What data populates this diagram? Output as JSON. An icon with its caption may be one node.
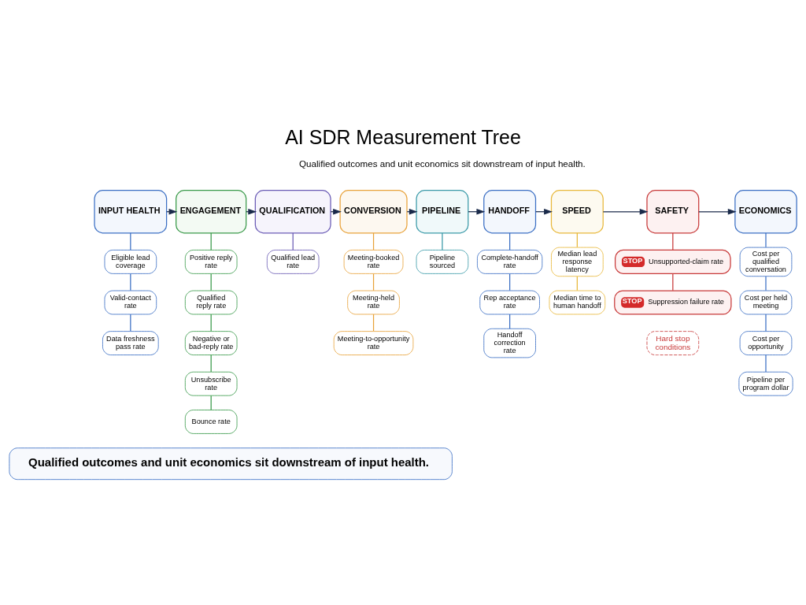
{
  "diagram": {
    "title": "AI SDR Measurement Tree",
    "nodes": [
      {
        "text": [
          "INPUT HEALTH"
        ]
      },
      {
        "text": [
          "ENGAGEMENT"
        ]
      },
      {
        "text": [
          "QUALIFICATION"
        ]
      },
      {
        "text": [
          "CONVERSION"
        ]
      },
      {
        "text": [
          "PIPELINE"
        ]
      },
      {
        "text": [
          "HANDOFF"
        ]
      },
      {
        "text": [
          "SPEED"
        ]
      },
      {
        "text": [
          "SAFETY"
        ]
      },
      {
        "text": [
          "ECONOMICS"
        ]
      },
      {
        "text": [
          "Eligible lead coverage"
        ]
      },
      {
        "text": [
          "Valid-contact rate"
        ]
      },
      {
        "text": [
          "Data freshness pass rate"
        ]
      },
      {
        "text": [
          "Positive reply rate"
        ]
      },
      {
        "text": [
          "Qualified reply rate"
        ]
      },
      {
        "text": [
          "Negative or bad-reply rate"
        ]
      },
      {
        "text": [
          "Unsubscribe rate"
        ]
      },
      {
        "text": [
          "Bounce rate"
        ]
      },
      {
        "text": [
          "Qualified lead rate"
        ]
      },
      {
        "text": [
          "Meeting-booked rate"
        ]
      },
      {
        "text": [
          "Meeting-held rate"
        ]
      },
      {
        "text": [
          "Meeting-to-opportunity rate"
        ]
      },
      {
        "text": [
          "Pipeline sourced"
        ]
      },
      {
        "text": [
          "Complete-handoff rate"
        ]
      },
      {
        "text": [
          "Rep acceptance rate"
        ]
      },
      {
        "text": [
          "Handoff correction rate"
        ]
      },
      {
        "text": [
          "Median lead response latency"
        ]
      },
      {
        "text": [
          "Median time to human handoff"
        ]
      },
      {
        "text": [
          "STOP",
          "Unsupported-claim rate"
        ]
      },
      {
        "text": [
          "STOP",
          "Suppression failure rate"
        ]
      },
      {
        "text": [
          "Cost per qualified conversation"
        ]
      },
      {
        "text": [
          "Cost per held meeting"
        ]
      },
      {
        "text": [
          "Cost per opportunity"
        ]
      },
      {
        "text": [
          "Pipeline per program dollar"
        ]
      },
      {
        "text": [
          "Qualified outcomes and unit economics sit downstream of input health."
        ]
      }
    ],
    "edges": [
      {
        "from": 0,
        "to": 1,
        "arrow": "to",
        "color": "#1a2a4a"
      },
      {
        "from": 1,
        "to": 2,
        "arrow": "to",
        "color": "#1a2a4a"
      },
      {
        "from": 2,
        "to": 3,
        "arrow": "to",
        "color": "#1a2a4a"
      },
      {
        "from": 3,
        "to": 4,
        "arrow": "to",
        "color": "#1a2a4a"
      },
      {
        "from": 4,
        "to": 5,
        "arrow": "to",
        "color": "#1a2a4a"
      },
      {
        "from": 5,
        "to": 6,
        "arrow": "to",
        "color": "#1a2a4a"
      },
      {
        "from": 6,
        "to": 7,
        "arrow": "to",
        "color": "#1a2a4a"
      },
      {
        "from": 7,
        "to": 8,
        "arrow": "to",
        "color": "#1a2a4a"
      },
      {
        "from": 0,
        "to": 9,
        "arrow": "none",
        "color": "#3b6fc4"
      },
      {
        "from": 9,
        "to": 10,
        "arrow": "none",
        "color": "#3b6fc4"
      },
      {
        "from": 10,
        "to": 11,
        "arrow": "none",
        "color": "#3b6fc4"
      },
      {
        "from": 1,
        "to": 12,
        "arrow": "none",
        "color": "#3a9a4a"
      },
      {
        "from": 12,
        "to": 13,
        "arrow": "none",
        "color": "#3a9a4a"
      },
      {
        "from": 13,
        "to": 14,
        "arrow": "none",
        "color": "#3a9a4a"
      },
      {
        "from": 14,
        "to": 15,
        "arrow": "none",
        "color": "#3a9a4a"
      },
      {
        "from": 15,
        "to": 16,
        "arrow": "none",
        "color": "#3a9a4a"
      },
      {
        "from": 2,
        "to": 17,
        "arrow": "none",
        "color": "#6a5bb5"
      },
      {
        "from": 3,
        "to": 18,
        "arrow": "none",
        "color": "#e8a23a"
      },
      {
        "from": 18,
        "to": 19,
        "arrow": "none",
        "color": "#e8a23a"
      },
      {
        "from": 19,
        "to": 20,
        "arrow": "none",
        "color": "#e8a23a"
      },
      {
        "from": 4,
        "to": 21,
        "arrow": "none",
        "color": "#3a9aa8"
      },
      {
        "from": 5,
        "to": 22,
        "arrow": "none",
        "color": "#3b6fc4"
      },
      {
        "from": 22,
        "to": 23,
        "arrow": "none",
        "color": "#3b6fc4"
      },
      {
        "from": 23,
        "to": 24,
        "arrow": "none",
        "color": "#3b6fc4"
      },
      {
        "from": 6,
        "to": 25,
        "arrow": "none",
        "color": "#e8b83a"
      },
      {
        "from": 25,
        "to": 26,
        "arrow": "none",
        "color": "#e8b83a"
      },
      {
        "from": 7,
        "to": 27,
        "arrow": "none",
        "color": "#c83a3a"
      },
      {
        "from": 27,
        "to": 28,
        "arrow": "none",
        "color": "#c83a3a"
      },
      {
        "from": 8,
        "to": 29,
        "arrow": "none",
        "color": "#3b6fc4"
      },
      {
        "from": 29,
        "to": 30,
        "arrow": "none",
        "color": "#3b6fc4"
      },
      {
        "from": 30,
        "to": 31,
        "arrow": "none",
        "color": "#3b6fc4"
      },
      {
        "from": 31,
        "to": 32,
        "arrow": "none",
        "color": "#3b6fc4"
      }
    ],
    "labels": [
      "Qualified outcomes and unit economics sit downstream of input health.",
      "Hard stop conditions"
    ]
  }
}
